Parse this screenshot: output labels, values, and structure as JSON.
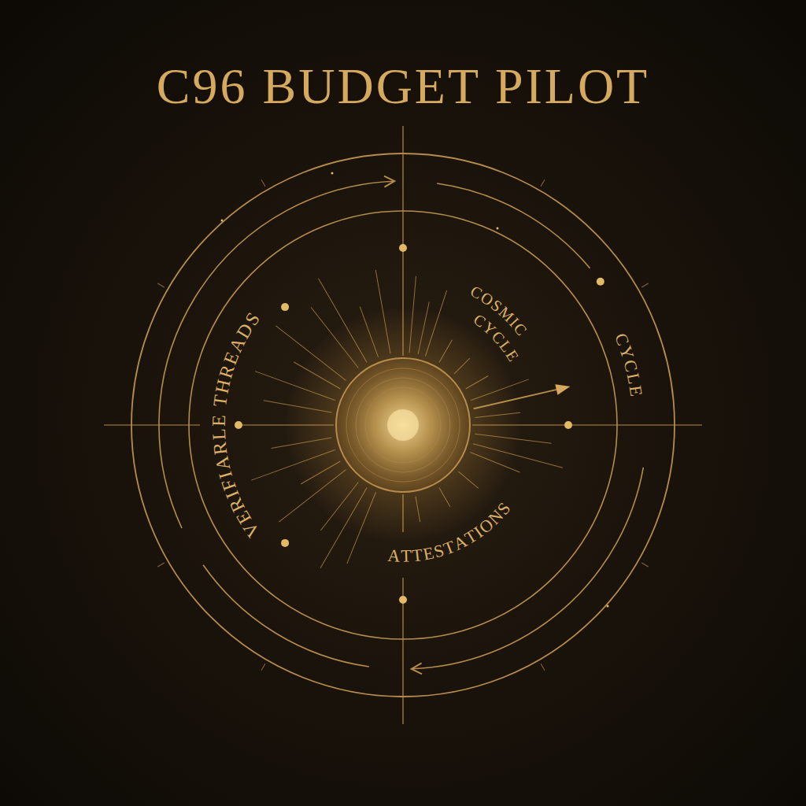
{
  "diagram": {
    "title": "C96 BUDGET PILOT",
    "labels": [
      "VERIFIARLE THREADS",
      "COSMIC CYCLE",
      "CYCLE",
      "ATTESTATIONS"
    ]
  }
}
